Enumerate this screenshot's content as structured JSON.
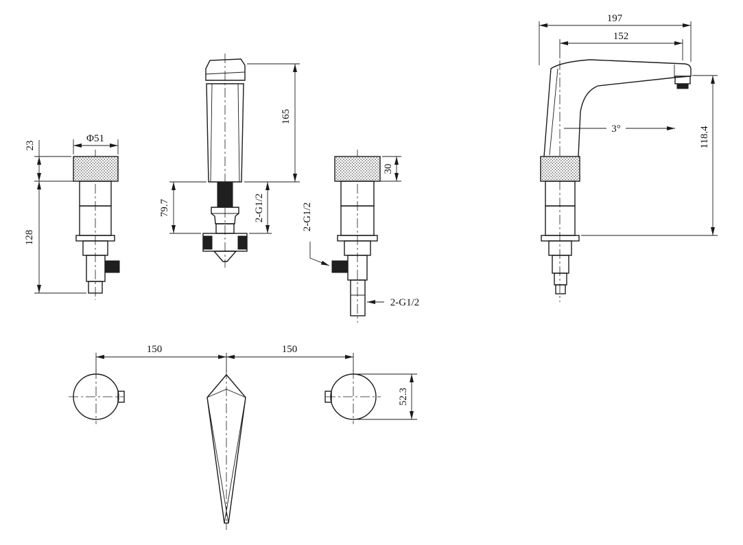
{
  "page": {
    "background": "#ffffff",
    "line_color": "#1a1a1a"
  },
  "drawing": {
    "views": {
      "left_handle": {
        "dims": {
          "knurl_height": "23",
          "cap_diameter": "Φ51",
          "body_height": "128"
        }
      },
      "spout_front": {
        "dims": {
          "spout_height": "165",
          "shank_length": "79.7",
          "thread": "2-G1/2"
        }
      },
      "right_handle": {
        "dims": {
          "knurl_height": "30",
          "side_thread": "2-G1/2",
          "inlet_thread": "2-G1/2"
        }
      },
      "spout_side": {
        "dims": {
          "overall_reach": "197",
          "spout_reach": "152",
          "outlet_angle": "3°",
          "outlet_height": "118.4"
        }
      },
      "plan": {
        "dims": {
          "left_spacing": "150",
          "right_spacing": "150",
          "handle_diameter": "52.3"
        }
      }
    }
  }
}
